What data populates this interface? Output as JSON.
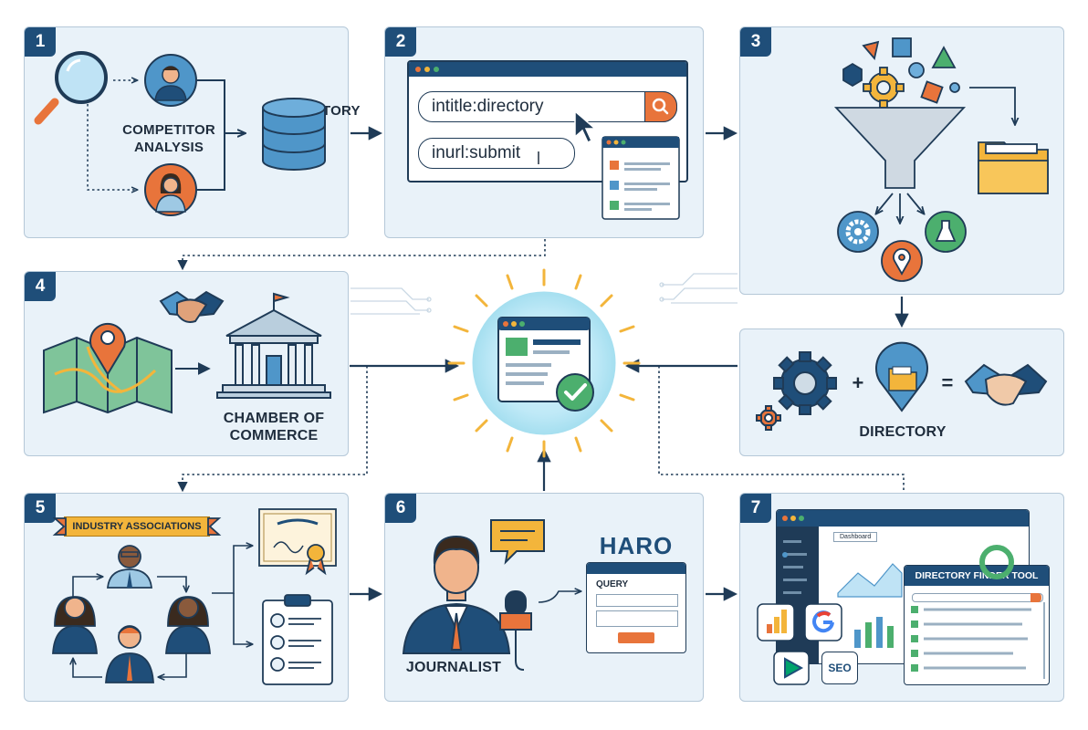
{
  "steps": [
    {
      "number": "1",
      "labels": {
        "competitor": "COMPETITOR\nANALYSIS",
        "directory": "DIRECTORY"
      }
    },
    {
      "number": "2",
      "search": {
        "query1": "intitle:directory",
        "query2": "inurl:submit"
      }
    },
    {
      "number": "3"
    },
    {
      "number": "4",
      "labels": {
        "chamber": "CHAMBER OF\nCOMMERCE"
      }
    },
    {
      "number": "5",
      "labels": {
        "banner": "INDUSTRY ASSOCIATIONS"
      }
    },
    {
      "number": "6",
      "labels": {
        "haro": "HARO",
        "query": "QUERY",
        "journalist": "JOURNALIST"
      }
    },
    {
      "number": "7",
      "labels": {
        "tool": "DIRECTORY FINDER TOOL",
        "seo": "SEO",
        "dashboard_tab": "Dashboard"
      }
    }
  ],
  "partnership": {
    "label": "DIRECTORY",
    "plus": "+",
    "equals": "="
  },
  "colors": {
    "navy": "#1f4e79",
    "orange": "#e8743b",
    "green": "#4caf6e",
    "panel": "#e9f2f9",
    "yellow": "#f3b53b"
  }
}
